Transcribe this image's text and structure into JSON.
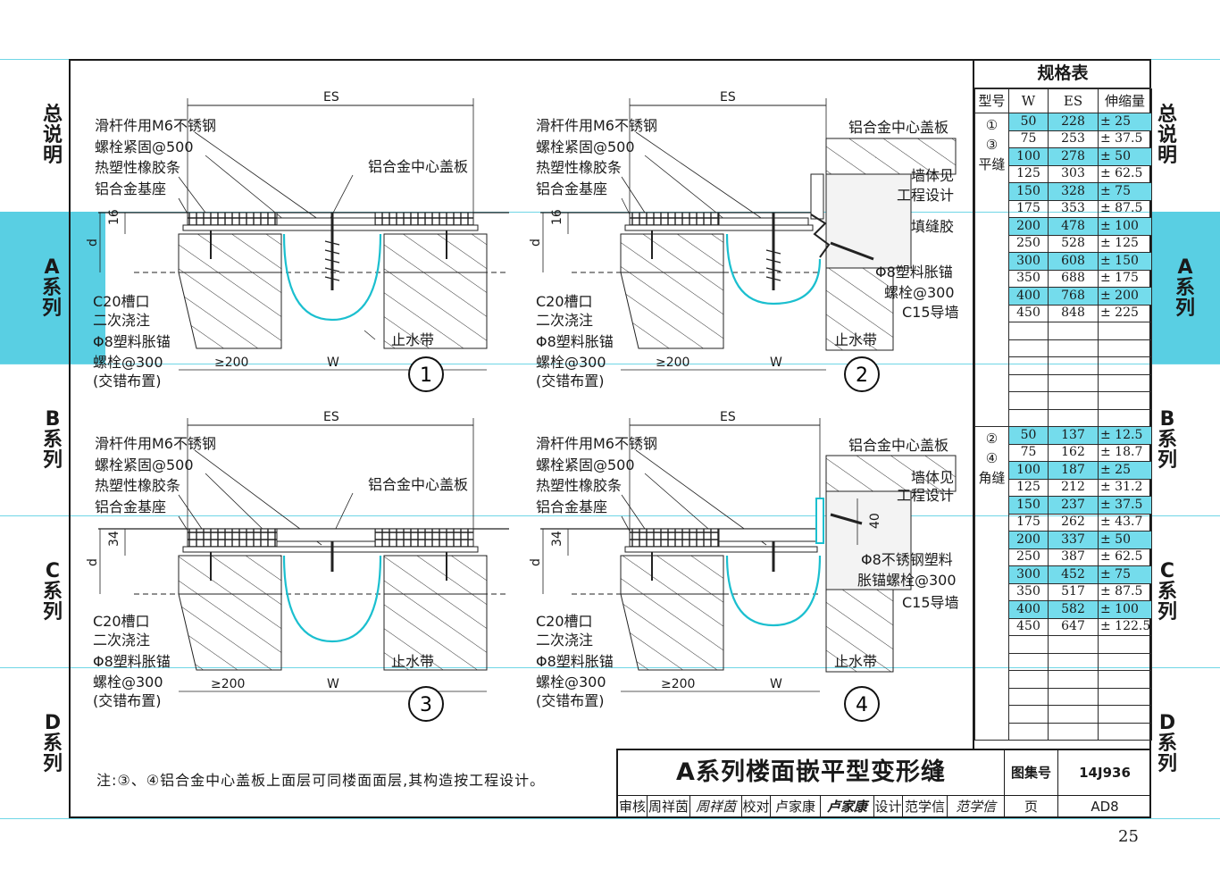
{
  "side_tabs": {
    "general": "总说明",
    "a": "A系列",
    "b": "B系列",
    "c": "C系列",
    "d": "D系列"
  },
  "spec_table": {
    "title": "规格表",
    "headers": [
      "型号",
      "W",
      "ES",
      "伸缩量"
    ],
    "flat_group": {
      "codes": [
        "①",
        "③"
      ],
      "label": "平缝"
    },
    "corner_group": {
      "codes": [
        "②",
        "④"
      ],
      "label": "角缝"
    },
    "flat_rows": [
      [
        "50",
        "228",
        "± 25"
      ],
      [
        "75",
        "253",
        "± 37.5"
      ],
      [
        "100",
        "278",
        "± 50"
      ],
      [
        "125",
        "303",
        "± 62.5"
      ],
      [
        "150",
        "328",
        "± 75"
      ],
      [
        "175",
        "353",
        "± 87.5"
      ],
      [
        "200",
        "478",
        "± 100"
      ],
      [
        "250",
        "528",
        "± 125"
      ],
      [
        "300",
        "608",
        "± 150"
      ],
      [
        "350",
        "688",
        "± 175"
      ],
      [
        "400",
        "768",
        "± 200"
      ],
      [
        "450",
        "848",
        "± 225"
      ]
    ],
    "corner_rows": [
      [
        "50",
        "137",
        "± 12.5"
      ],
      [
        "75",
        "162",
        "± 18.7"
      ],
      [
        "100",
        "187",
        "± 25"
      ],
      [
        "125",
        "212",
        "± 31.2"
      ],
      [
        "150",
        "237",
        "± 37.5"
      ],
      [
        "175",
        "262",
        "± 43.7"
      ],
      [
        "200",
        "337",
        "± 50"
      ],
      [
        "250",
        "387",
        "± 62.5"
      ],
      [
        "300",
        "452",
        "± 75"
      ],
      [
        "350",
        "517",
        "± 87.5"
      ],
      [
        "400",
        "582",
        "± 100"
      ],
      [
        "450",
        "647",
        "± 122.5"
      ]
    ],
    "highlight_color": "#74dcec"
  },
  "details": {
    "d1": {
      "number": "1",
      "es": "ES",
      "labels": [
        "滑杆件用M6不锈钢",
        "螺栓紧固@500",
        "热塑性橡胶条",
        "铝合金基座"
      ],
      "cover": "铝合金中心盖板",
      "h": "16",
      "d": "d",
      "bottom_labels": [
        "C20槽口",
        "二次浇注",
        "Φ8塑料胀锚",
        "螺栓@300",
        "(交错布置)"
      ],
      "min": "≥200",
      "w": "W",
      "waterstop": "止水带"
    },
    "d2": {
      "number": "2",
      "es": "ES",
      "labels": [
        "滑杆件用M6不锈钢",
        "螺栓紧固@500",
        "热塑性橡胶条",
        "铝合金基座"
      ],
      "right_labels": [
        "铝合金中心盖板",
        "墙体见",
        "工程设计",
        "填缝胶",
        "Φ8塑料胀锚",
        "螺栓@300",
        "C15导墙"
      ],
      "h": "16",
      "d": "d",
      "bottom_labels": [
        "C20槽口",
        "二次浇注",
        "Φ8塑料胀锚",
        "螺栓@300",
        "(交错布置)"
      ],
      "min": "≥200",
      "w": "W",
      "waterstop": "止水带"
    },
    "d3": {
      "number": "3",
      "es": "ES",
      "labels": [
        "滑杆件用M6不锈钢",
        "螺栓紧固@500",
        "热塑性橡胶条",
        "铝合金基座"
      ],
      "cover": "铝合金中心盖板",
      "h": "34",
      "d": "d",
      "bottom_labels": [
        "C20槽口",
        "二次浇注",
        "Φ8塑料胀锚",
        "螺栓@300",
        "(交错布置)"
      ],
      "min": "≥200",
      "w": "W",
      "waterstop": "止水带"
    },
    "d4": {
      "number": "4",
      "es": "ES",
      "labels": [
        "滑杆件用M6不锈钢",
        "螺栓紧固@500",
        "热塑性橡胶条",
        "铝合金基座"
      ],
      "right_labels": [
        "铝合金中心盖板",
        "墙体见",
        "工程设计",
        "Φ8不锈钢塑料",
        "胀锚螺栓@300",
        "C15导墙"
      ],
      "h": "34",
      "wall_h": "40",
      "d": "d",
      "bottom_labels": [
        "C20槽口",
        "二次浇注",
        "Φ8塑料胀锚",
        "螺栓@300",
        "(交错布置)"
      ],
      "min": "≥200",
      "w": "W",
      "waterstop": "止水带"
    }
  },
  "note": "注:③、④铝合金中心盖板上面层可同楼面面层,其构造按工程设计。",
  "title_block": {
    "title": "A系列楼面嵌平型变形缝",
    "atlas_label": "图集号",
    "atlas_no": "14J936",
    "page_label": "页",
    "page_no": "AD8",
    "review_label": "审核",
    "reviewer": "周祥茵",
    "reviewer_sig": "周祥茵",
    "check_label": "校对",
    "checker": "卢家康",
    "checker_sig": "卢家康",
    "design_label": "设计",
    "designer": "范学信",
    "designer_sig": "范学信"
  },
  "page_number": "25"
}
